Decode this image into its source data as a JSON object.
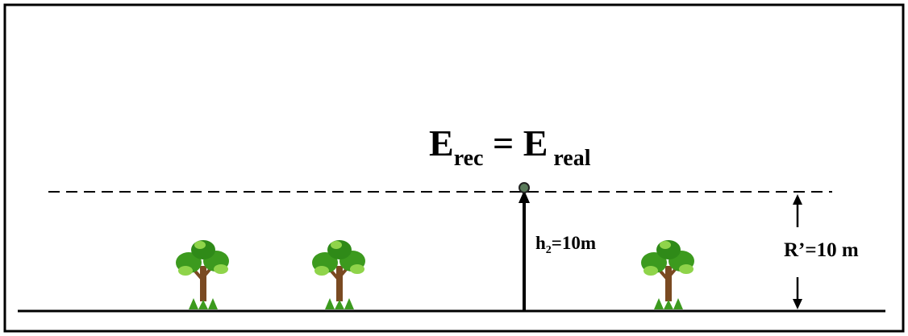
{
  "equation": {
    "left_symbol": "E",
    "left_subscript": "rec",
    "operator": " = ",
    "right_symbol": "E",
    "right_subscript": " real"
  },
  "height_label": {
    "symbol": "h",
    "subscript": "2",
    "value": "=10m"
  },
  "radius_label": {
    "text": "R’=10 m"
  },
  "icons": {
    "tree": "tree-icon",
    "receiver": "receiver-point-icon"
  },
  "colors": {
    "foliage": "#3c9a1e",
    "foliage_light": "#8fd44a",
    "trunk": "#7a4a22",
    "line": "#000000"
  }
}
